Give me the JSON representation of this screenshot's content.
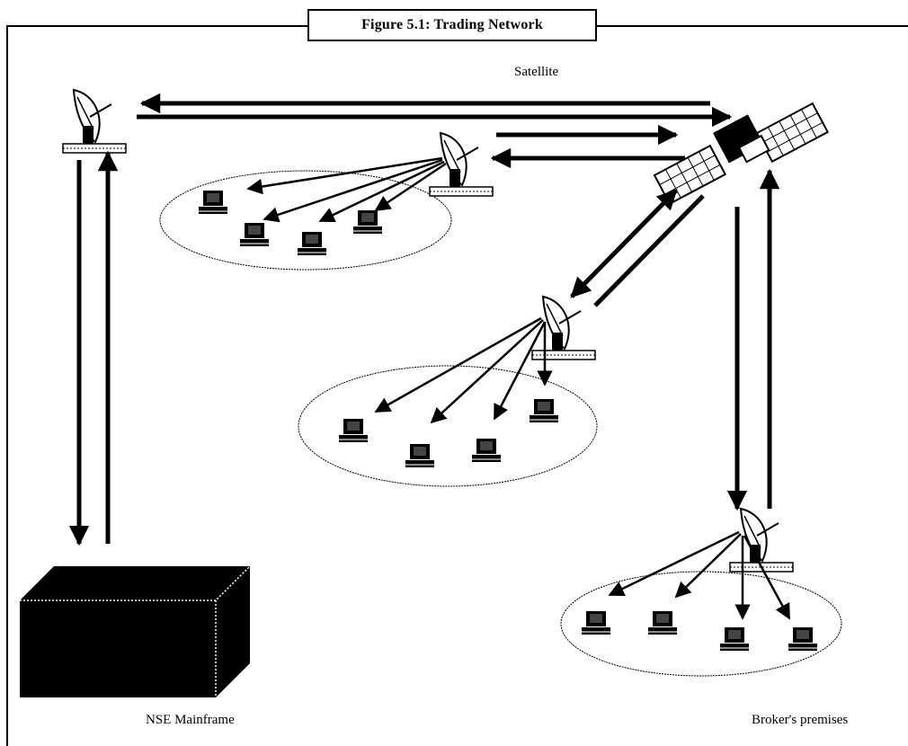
{
  "figure": {
    "caption": "Figure 5.1: Trading Network"
  },
  "labels": {
    "satellite": "Satellite",
    "nse_mainframe": "NSE Mainframe",
    "broker_premises": "Broker's premises"
  },
  "nodes": {
    "satellite": {
      "icon": "satellite-icon"
    },
    "nse_dish": {
      "icon": "satellite-dish-icon"
    },
    "mainframe": {
      "icon": "mainframe-box-icon"
    },
    "broker_sites": [
      {
        "icon": "satellite-dish-icon",
        "terminals": 4
      },
      {
        "icon": "satellite-dish-icon",
        "terminals": 4
      },
      {
        "icon": "satellite-dish-icon",
        "terminals": 4
      }
    ]
  },
  "colors": {
    "ink": "#000000",
    "background": "#ffffff"
  }
}
